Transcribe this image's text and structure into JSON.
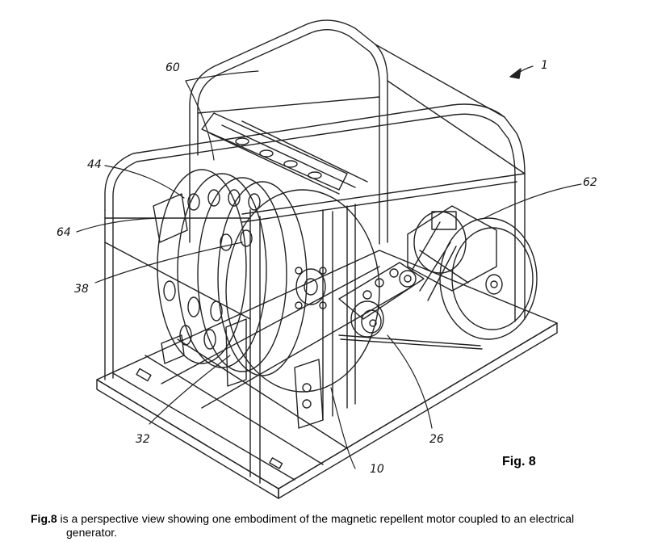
{
  "figure": {
    "label": "Fig. 8",
    "reference_numerals": {
      "n1": "1",
      "n60": "60",
      "n44": "44",
      "n64": "64",
      "n62": "62",
      "n38": "38",
      "n32": "32",
      "n26": "26",
      "n10": "10"
    }
  },
  "caption": {
    "lead": "Fig.8",
    "line1": " is a perspective view showing one embodiment of the magnetic repellent motor coupled to an electrical",
    "line2": "generator."
  }
}
